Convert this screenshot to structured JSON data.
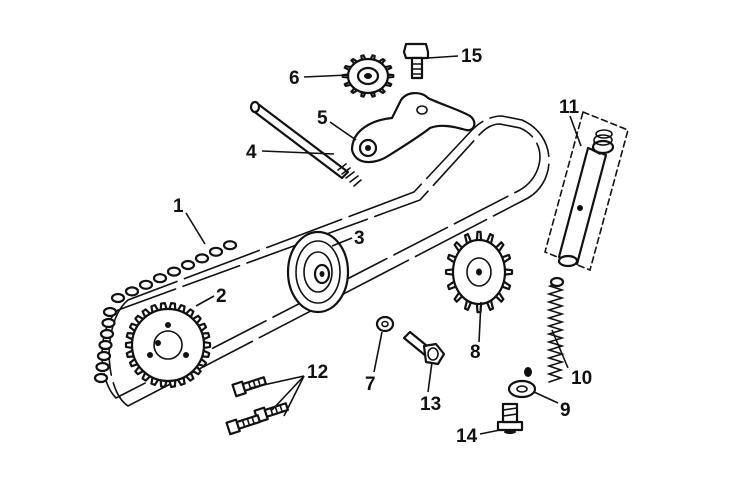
{
  "callouts": {
    "c1": "1",
    "c2": "2",
    "c3": "3",
    "c4": "4",
    "c5": "5",
    "c6": "6",
    "c7": "7",
    "c8": "8",
    "c9": "9",
    "c10": "10",
    "c11": "11",
    "c12": "12",
    "c13": "13",
    "c14": "14",
    "c15": "15"
  },
  "colors": {
    "line": "#111111",
    "background": "#ffffff"
  }
}
